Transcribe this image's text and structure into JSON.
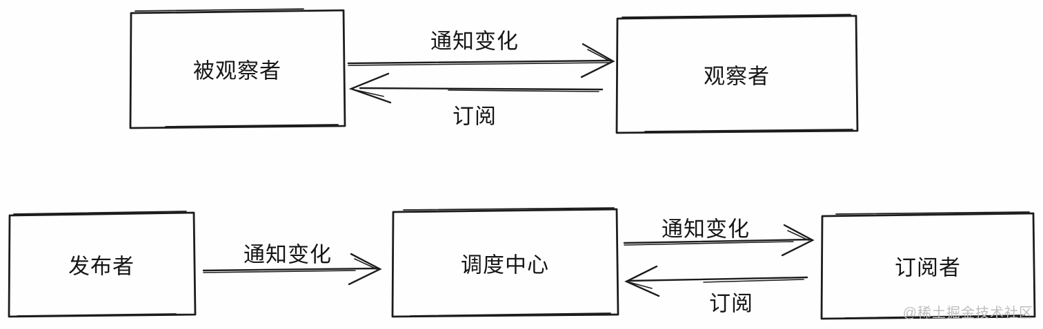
{
  "observer_pattern": {
    "subject_box_label": "被观察者",
    "observer_box_label": "观察者",
    "notify_arrow_label": "通知变化",
    "subscribe_arrow_label": "订阅"
  },
  "pubsub_pattern": {
    "publisher_box_label": "发布者",
    "broker_box_label": "调度中心",
    "subscriber_box_label": "订阅者",
    "publish_arrow_label": "通知变化",
    "notify_arrow_label": "通知变化",
    "subscribe_arrow_label": "订阅"
  },
  "watermark": {
    "text": "@稀土掘金技术社区",
    "color": "#bdbdbd"
  },
  "colors": {
    "stroke": "#1c1c1c",
    "background": "#fefefe"
  }
}
